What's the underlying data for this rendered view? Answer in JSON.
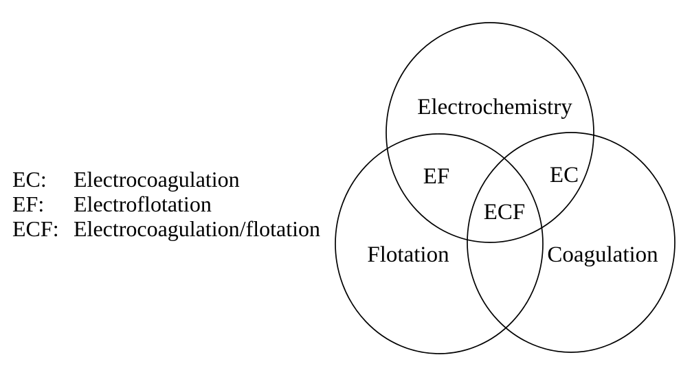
{
  "figure": {
    "background": "#ffffff",
    "stroke_color": "#000000",
    "text_color": "#000000"
  },
  "legend": {
    "items": [
      {
        "abbr": "EC:",
        "definition": "Electrocoagulation"
      },
      {
        "abbr": "EF:",
        "definition": "Electroflotation"
      },
      {
        "abbr": "ECF:",
        "definition": "Electrocoagulation/flotation"
      }
    ]
  },
  "venn": {
    "sets": [
      {
        "label": "Electrochemistry"
      },
      {
        "label": "Flotation"
      },
      {
        "label": "Coagulation"
      }
    ],
    "overlaps": [
      {
        "label": "EF"
      },
      {
        "label": "EC"
      },
      {
        "label": "ECF"
      }
    ]
  }
}
